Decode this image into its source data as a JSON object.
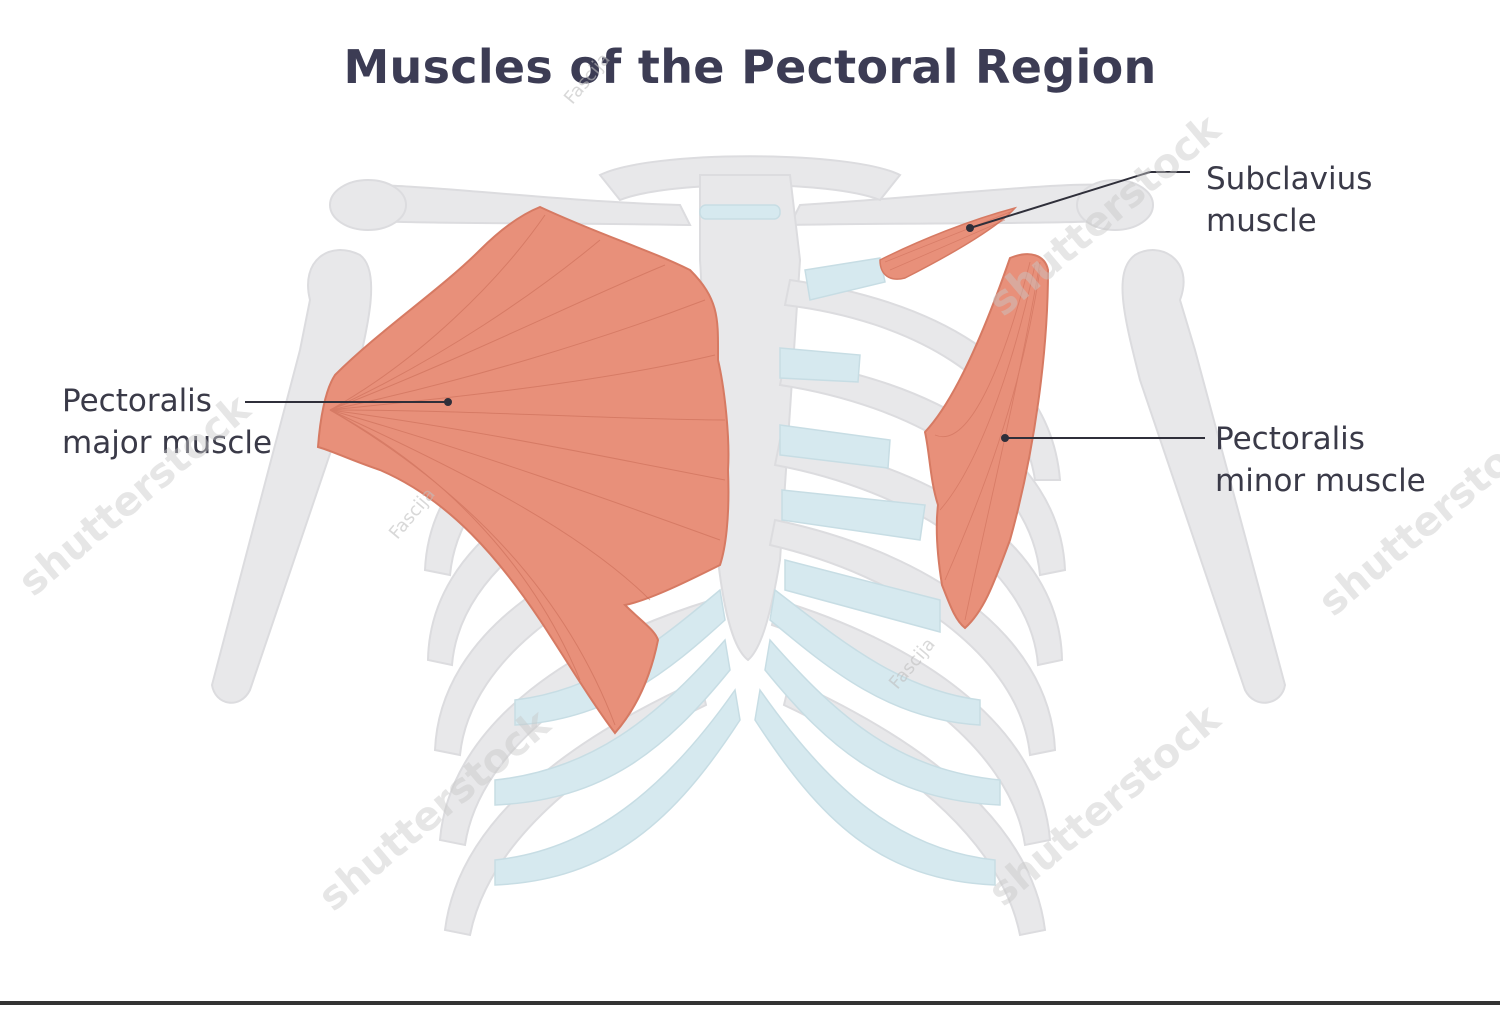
{
  "title": "Muscles of the Pectoral Region",
  "labels": {
    "pectoralis_major": [
      "Pectoralis",
      "major muscle"
    ],
    "subclavius": [
      "Subclavius",
      "muscle"
    ],
    "pectoralis_minor": [
      "Pectoralis",
      "minor muscle"
    ]
  },
  "watermarks": {
    "brand": "shutterstock",
    "author": "Fascija"
  },
  "colors": {
    "bone": "#e6e6e8",
    "cartilage": "#d4e8ee",
    "muscle": "#e8907a",
    "muscle_fiber": "#c96a55",
    "leader_line": "#2f2f3a"
  }
}
